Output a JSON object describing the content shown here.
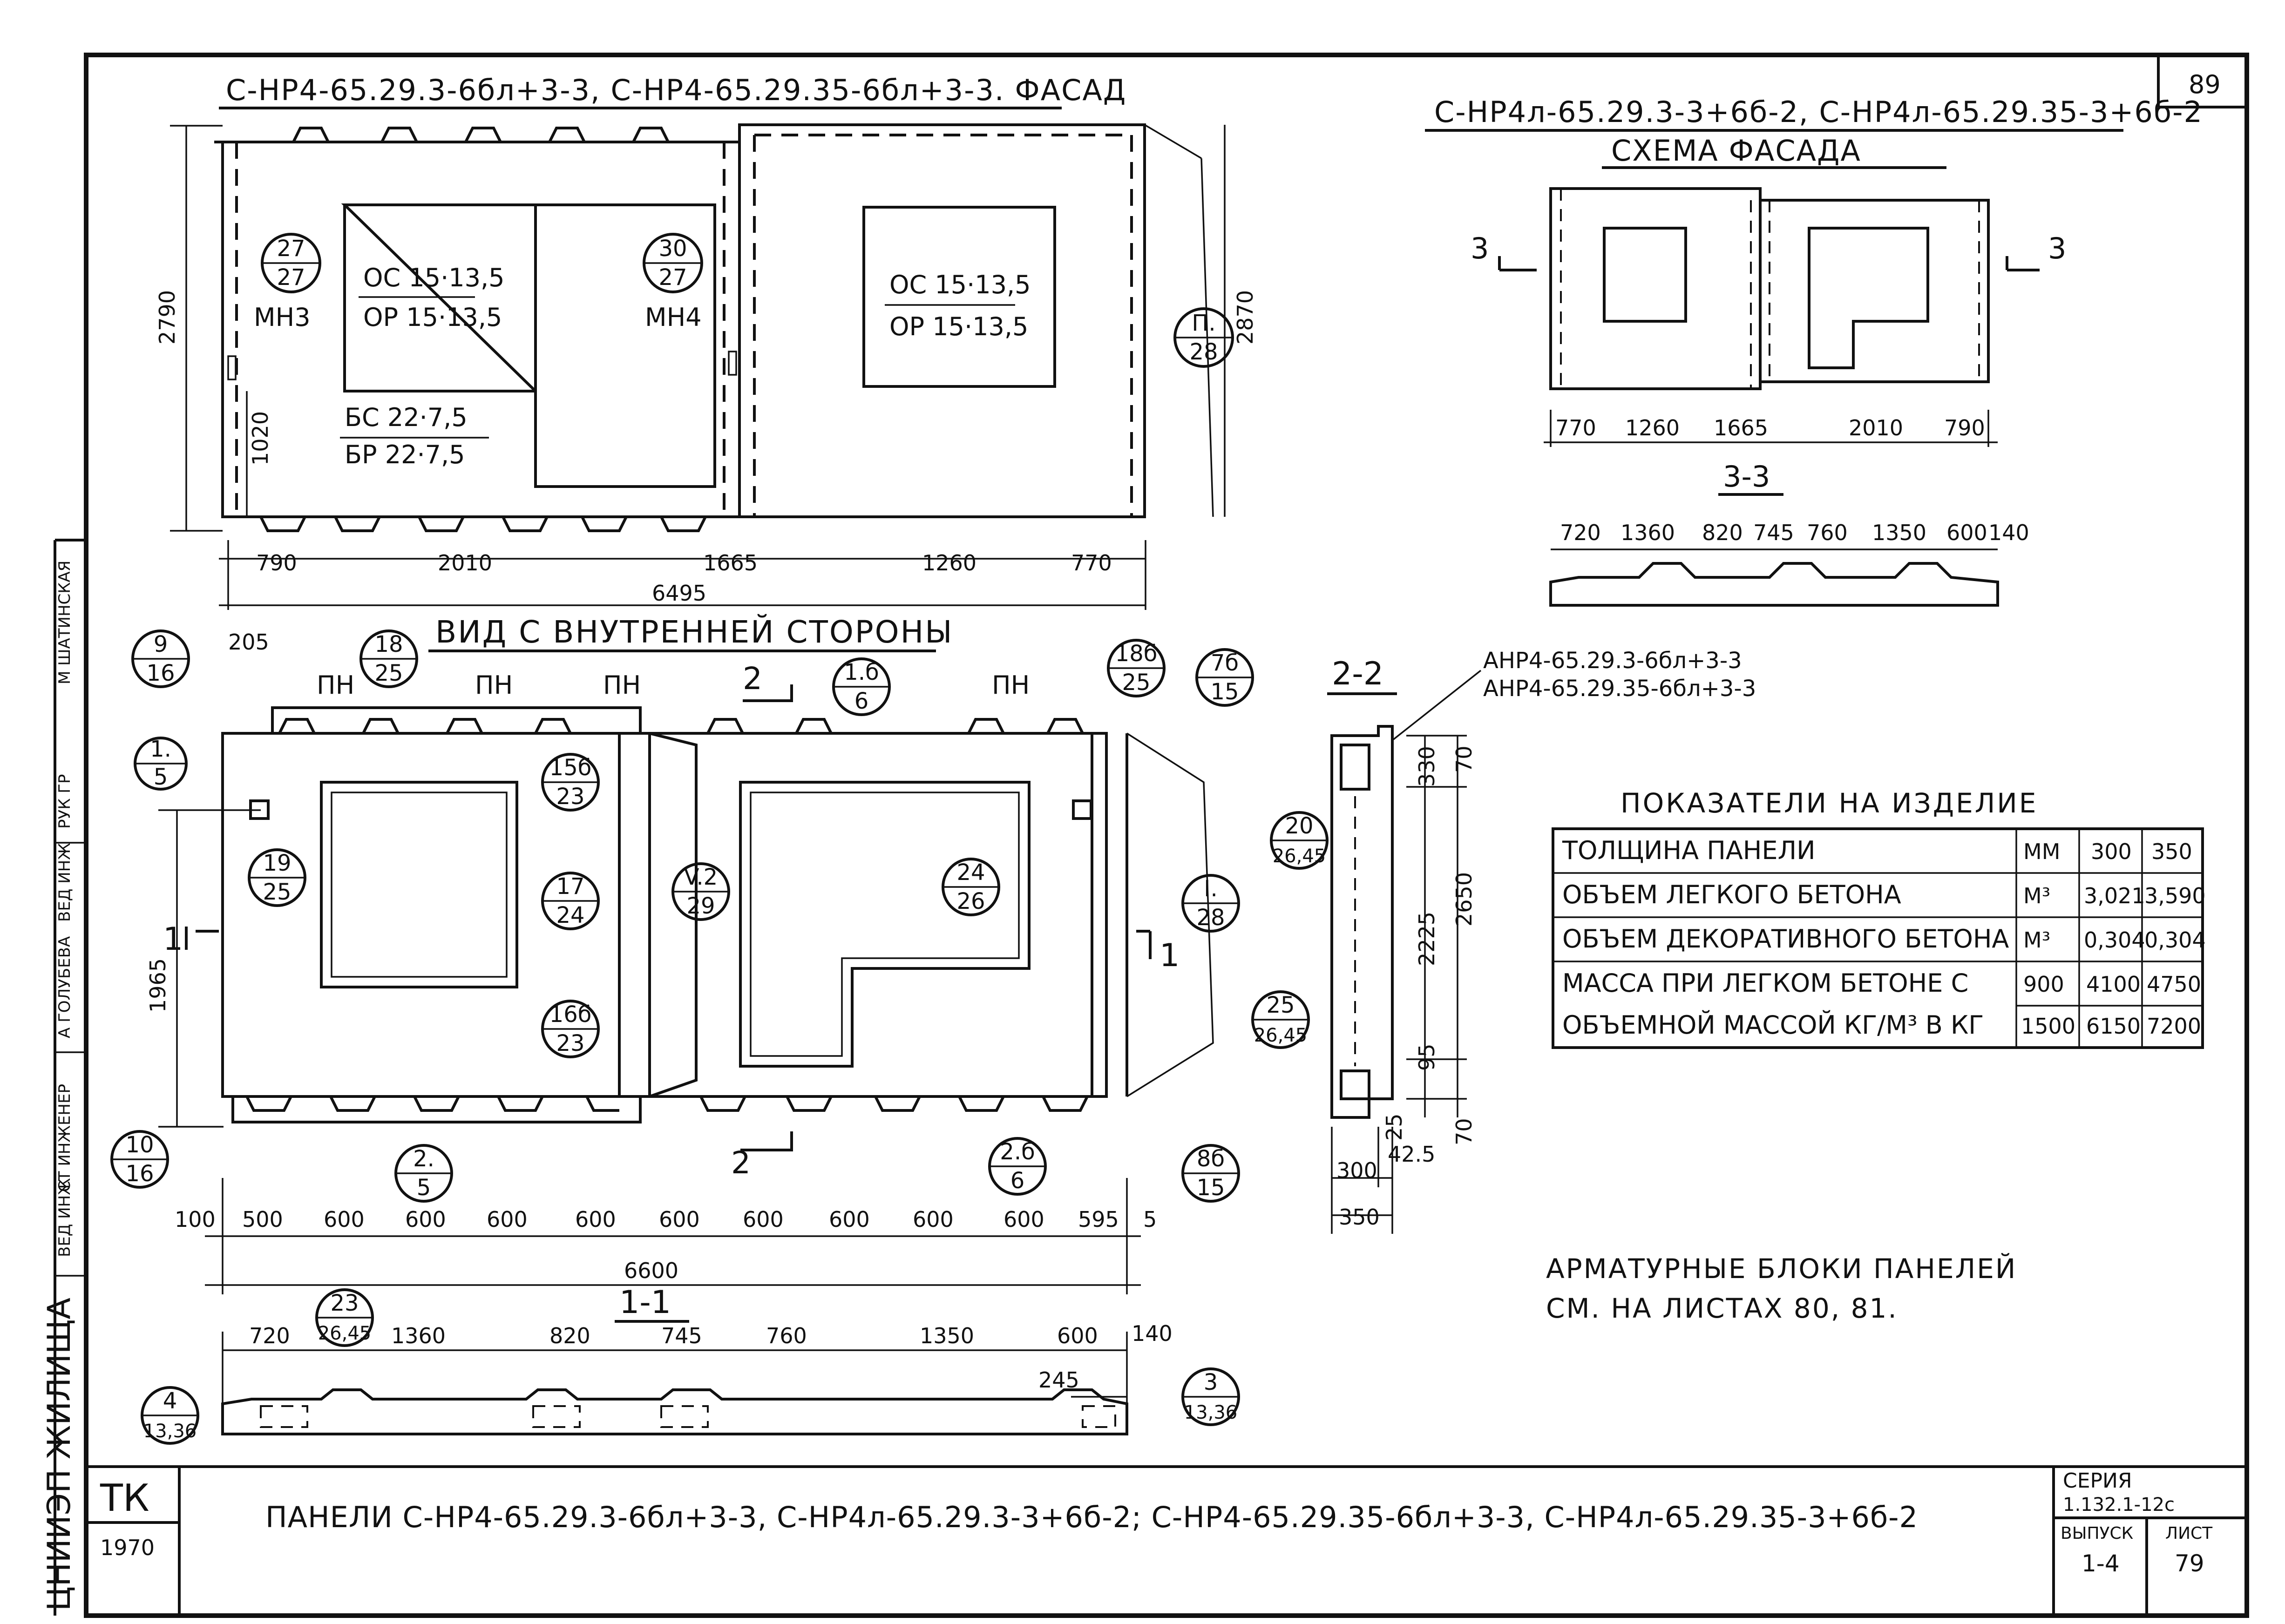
{
  "sheet_number": "89",
  "facade": {
    "title": "С-НР4-65.29.3-6бл+3-3, С-НР4-65.29.35-6бл+3-3. ФАСАД",
    "window1": {
      "top": "ОС 15·13,5",
      "bottom": "ОР 15·13,5"
    },
    "window2": {
      "top": "ОС 15·13,5",
      "bottom": "ОР 15·13,5"
    },
    "balcony": {
      "top": "БС 22·7,5",
      "bottom": "БР 22·7,5"
    },
    "mn3": "МН3",
    "mn4": "МН4",
    "callouts": [
      {
        "top": "27",
        "bottom": "27"
      },
      {
        "top": "30",
        "bottom": "27"
      },
      {
        "top": "П.",
        "bottom": "28"
      }
    ],
    "dims": {
      "height_left": "2790",
      "height_sub": "1020",
      "height_right": "2870",
      "bottom": [
        "790",
        "2010",
        "1665",
        "1260",
        "770"
      ],
      "total": "6495"
    }
  },
  "scheme": {
    "title": "С-НР4л-65.29.3-3+6б-2, С-НР4л-65.29.35-3+6б-2",
    "subtitle": "СХЕМА ФАСАДА",
    "section_mark": "3",
    "dims": [
      "770",
      "1260",
      "1665",
      "2010",
      "790"
    ],
    "section_title": "3-3",
    "section_dims": [
      "720",
      "1360",
      "820",
      "745",
      "760",
      "1350",
      "600",
      "140"
    ]
  },
  "inner": {
    "title": "ВИД С ВНУТРЕННЕЙ СТОРОНЫ",
    "pn": "ПН",
    "dim_205": "205",
    "section_mark_1": "1",
    "section_mark_2": "2",
    "height_dim": "1965",
    "callouts": [
      {
        "top": "9",
        "bottom": "16"
      },
      {
        "top": "18",
        "bottom": "25"
      },
      {
        "top": "1.",
        "bottom": "5"
      },
      {
        "top": "19",
        "bottom": "25"
      },
      {
        "top": "15б",
        "bottom": "23"
      },
      {
        "top": "17",
        "bottom": "24"
      },
      {
        "top": "16б",
        "bottom": "23"
      },
      {
        "top": "1.б",
        "bottom": "6"
      },
      {
        "top": "V.2",
        "bottom": "29"
      },
      {
        "top": "24",
        "bottom": "26"
      },
      {
        "top": "18б",
        "bottom": "25"
      },
      {
        "top": "7б",
        "bottom": "15"
      },
      {
        "top": "I.",
        "bottom": "28"
      },
      {
        "top": "10",
        "bottom": "16"
      },
      {
        "top": "2.",
        "bottom": "5"
      },
      {
        "top": "2.б",
        "bottom": "6"
      },
      {
        "top": "8б",
        "bottom": "15"
      }
    ],
    "bottom_dims": [
      "100",
      "500",
      "600",
      "600",
      "600",
      "600",
      "600",
      "600",
      "600",
      "600",
      "600",
      "595",
      "5"
    ],
    "total": "6600"
  },
  "section22": {
    "title": "2-2",
    "ref1": "АНР4-65.29.3-6бл+3-3",
    "ref2": "АНР4-65.29.35-6бл+3-3",
    "callouts": [
      {
        "top": "20",
        "bottom": "26,45"
      },
      {
        "top": "25",
        "bottom": "26,45"
      }
    ],
    "dims": {
      "d330": "330",
      "d70a": "70",
      "d2225": "2225",
      "d2650": "2650",
      "d95": "95",
      "d70b": "70",
      "d25": "25",
      "d425": "42.5",
      "d300": "300",
      "d350": "350"
    }
  },
  "indicators": {
    "title": "ПОКАЗАТЕЛИ НА ИЗДЕЛИЕ",
    "rows": [
      {
        "name": "ТОЛЩИНА ПАНЕЛИ",
        "unit": "ММ",
        "sub": "",
        "v1": "300",
        "v2": "350"
      },
      {
        "name": "ОБЪЕМ ЛЕГКОГО БЕТОНА",
        "unit": "М³",
        "sub": "",
        "v1": "3,021",
        "v2": "3,590"
      },
      {
        "name": "ОБЪЕМ ДЕКОРАТИВНОГО БЕТОНА",
        "unit": "М³",
        "sub": "",
        "v1": "0,304",
        "v2": "0,304"
      }
    ],
    "mass_label_1": "МАССА ПРИ ЛЕГКОМ БЕТОНЕ С",
    "mass_label_2": "ОБЪЕМНОЙ МАССОЙ КГ/М³ В КГ",
    "mass_rows": [
      {
        "density": "900",
        "v1": "4100",
        "v2": "4750"
      },
      {
        "density": "1500",
        "v1": "6150",
        "v2": "7200"
      }
    ]
  },
  "note": {
    "line1": "АРМАТУРНЫЕ БЛОКИ ПАНЕЛЕЙ",
    "line2": "СМ. НА ЛИСТАХ 80, 81."
  },
  "section11": {
    "title": "1-1",
    "dims": [
      "720",
      "1360",
      "820",
      "745",
      "760",
      "1350",
      "600",
      "140"
    ],
    "dim_245": "245",
    "callouts": [
      {
        "top": "23",
        "bottom": "26,45"
      },
      {
        "top": "4",
        "bottom": "13,36"
      },
      {
        "top": "3",
        "bottom": "13,36"
      }
    ]
  },
  "stamp": {
    "org": "ЦНИИЭП ЖИЛИЩА",
    "roles": [
      "ВЕД ИНЖ",
      "СТ ИНЖЕНЕР",
      "ВЕД ИНЖ",
      "РУК ГР"
    ],
    "names": [
      "А ГОЛУБЕВА",
      "М ШАТИНСКАЯ"
    ],
    "tk": "ТК",
    "year": "1970",
    "title": "ПАНЕЛИ С-НР4-65.29.3-6бл+3-3, С-НР4л-65.29.3-3+6б-2; С-НР4-65.29.35-6бл+3-3, С-НР4л-65.29.35-3+6б-2",
    "series_label": "СЕРИЯ",
    "series": "1.132.1-12с",
    "issue_label": "ВЫПУСК",
    "issue": "1-4",
    "sheet_label": "ЛИСТ",
    "sheet": "79"
  }
}
